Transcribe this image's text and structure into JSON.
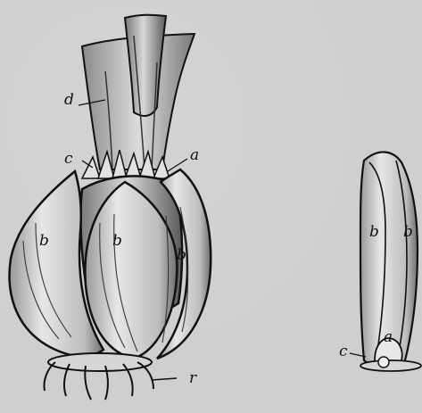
{
  "labels": {
    "left": {
      "d": "d",
      "c": "c",
      "a": "a",
      "b1": "b",
      "b2": "b",
      "b3": "b",
      "r": "r"
    },
    "right": {
      "b1": "b",
      "b2": "b",
      "a": "a",
      "c": "c"
    }
  },
  "colors": {
    "background": "#cfcfcf",
    "ink": "#111111",
    "scale_fill": "#d9d9d9",
    "shading": "#6b6b6b"
  }
}
